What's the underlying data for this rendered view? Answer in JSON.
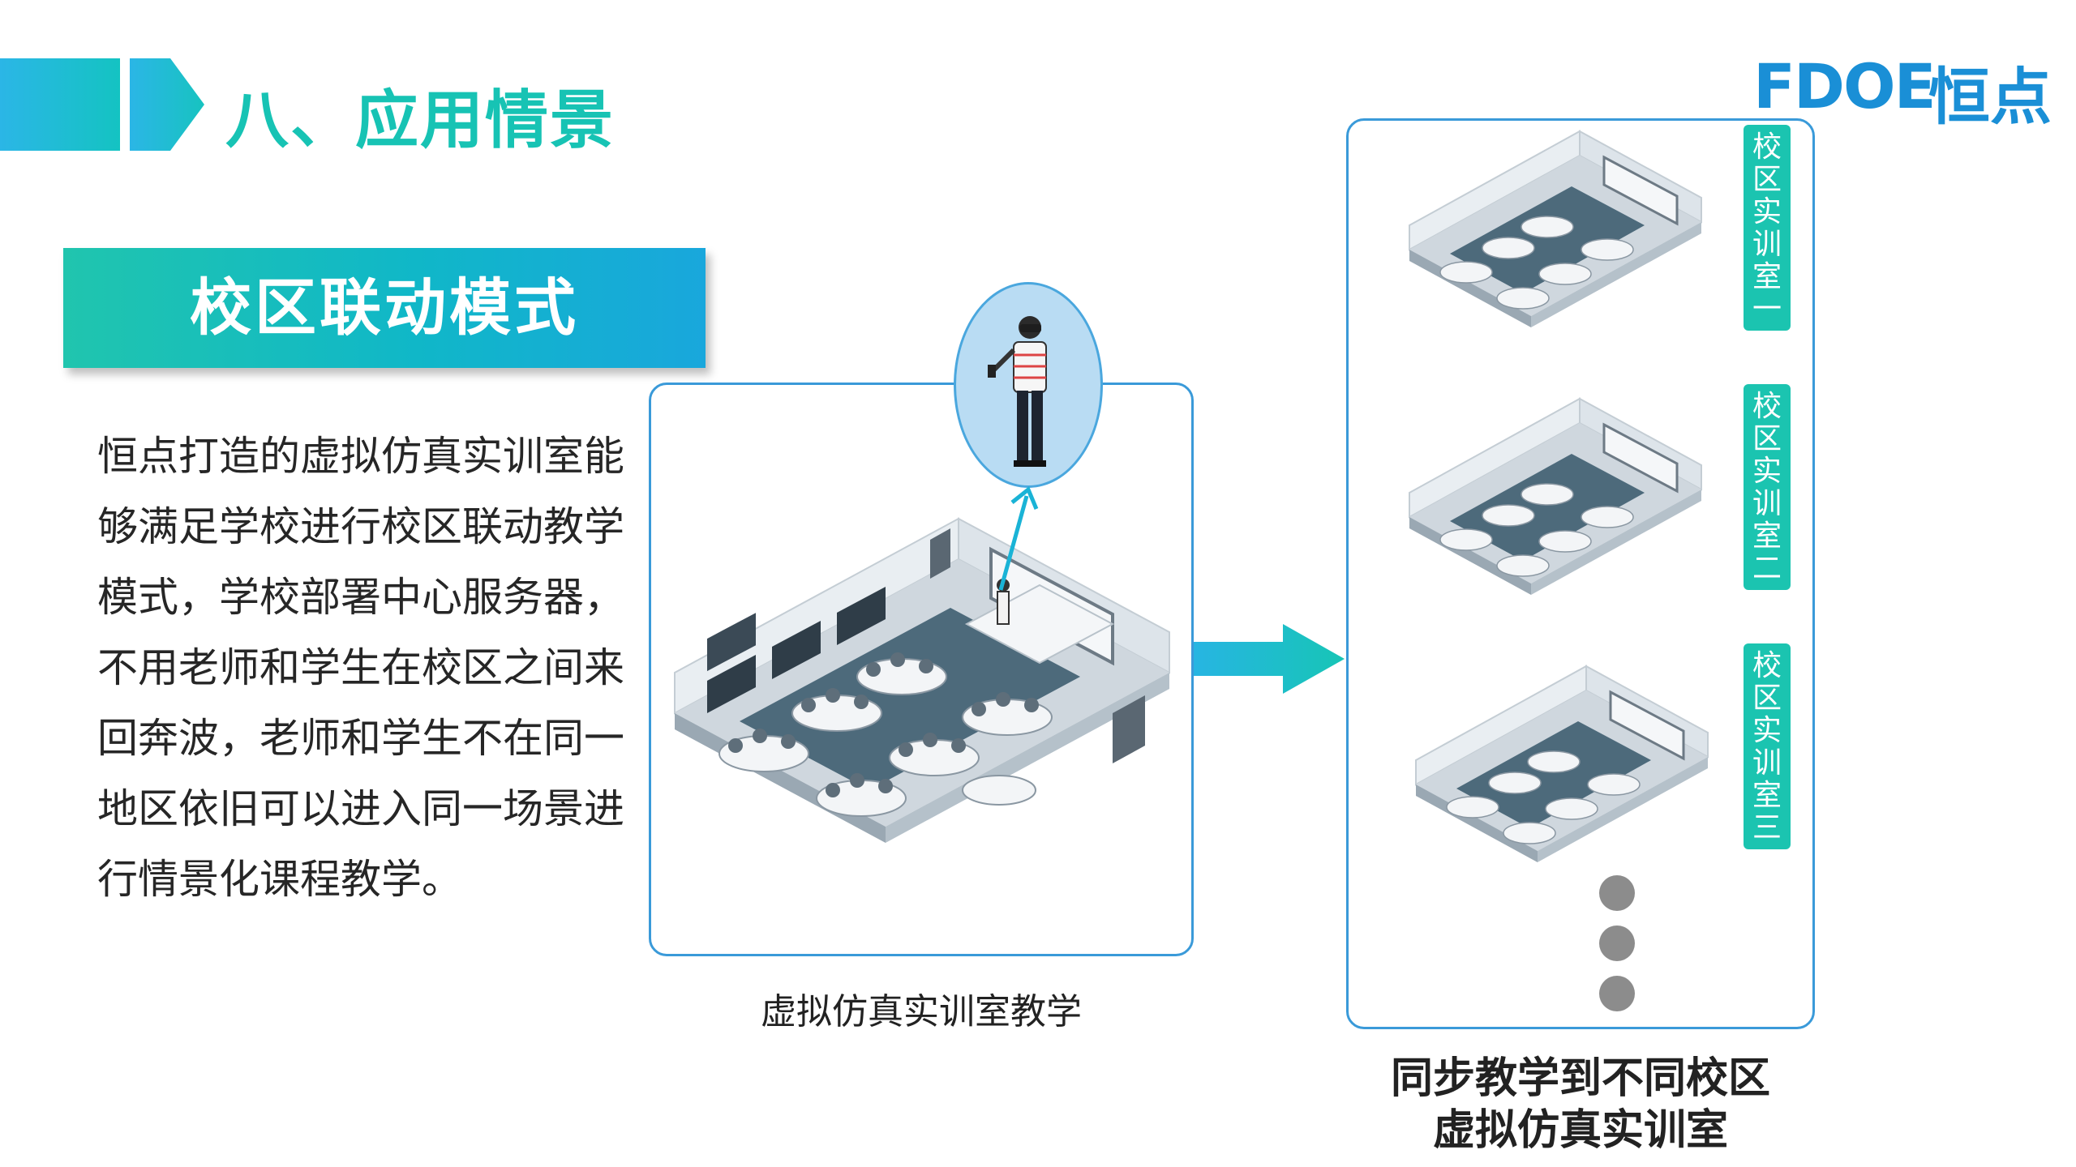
{
  "header": {
    "title": "八、应用情景"
  },
  "logo": {
    "latin": "FDOE",
    "chinese": "恒点",
    "brand_color": "#1a8fd6"
  },
  "mode": {
    "label": "校区联动模式"
  },
  "description": {
    "lines": [
      "恒点打造的虚拟仿真实训室能",
      "够满足学校进行校区联动教学",
      "模式，学校部署中心服务器，",
      "不用老师和学生在校区之间来",
      "回奔波，老师和学生不在同一",
      "地区依旧可以进入同一场景进",
      "行情景化课程教学。"
    ]
  },
  "center": {
    "caption": "虚拟仿真实训室教学"
  },
  "right": {
    "tags": [
      "校区实训室一",
      "校区实训室二",
      "校区实训室三"
    ],
    "caption_line1": "同步教学到不同校区",
    "caption_line2": "虚拟仿真实训室"
  },
  "colors": {
    "accent": "#17c3b4",
    "teal_tag": "#1bc4b0",
    "box_border": "#3a9ad9",
    "floor": "#4d6a7b",
    "arrow": "#1ab3d6"
  }
}
